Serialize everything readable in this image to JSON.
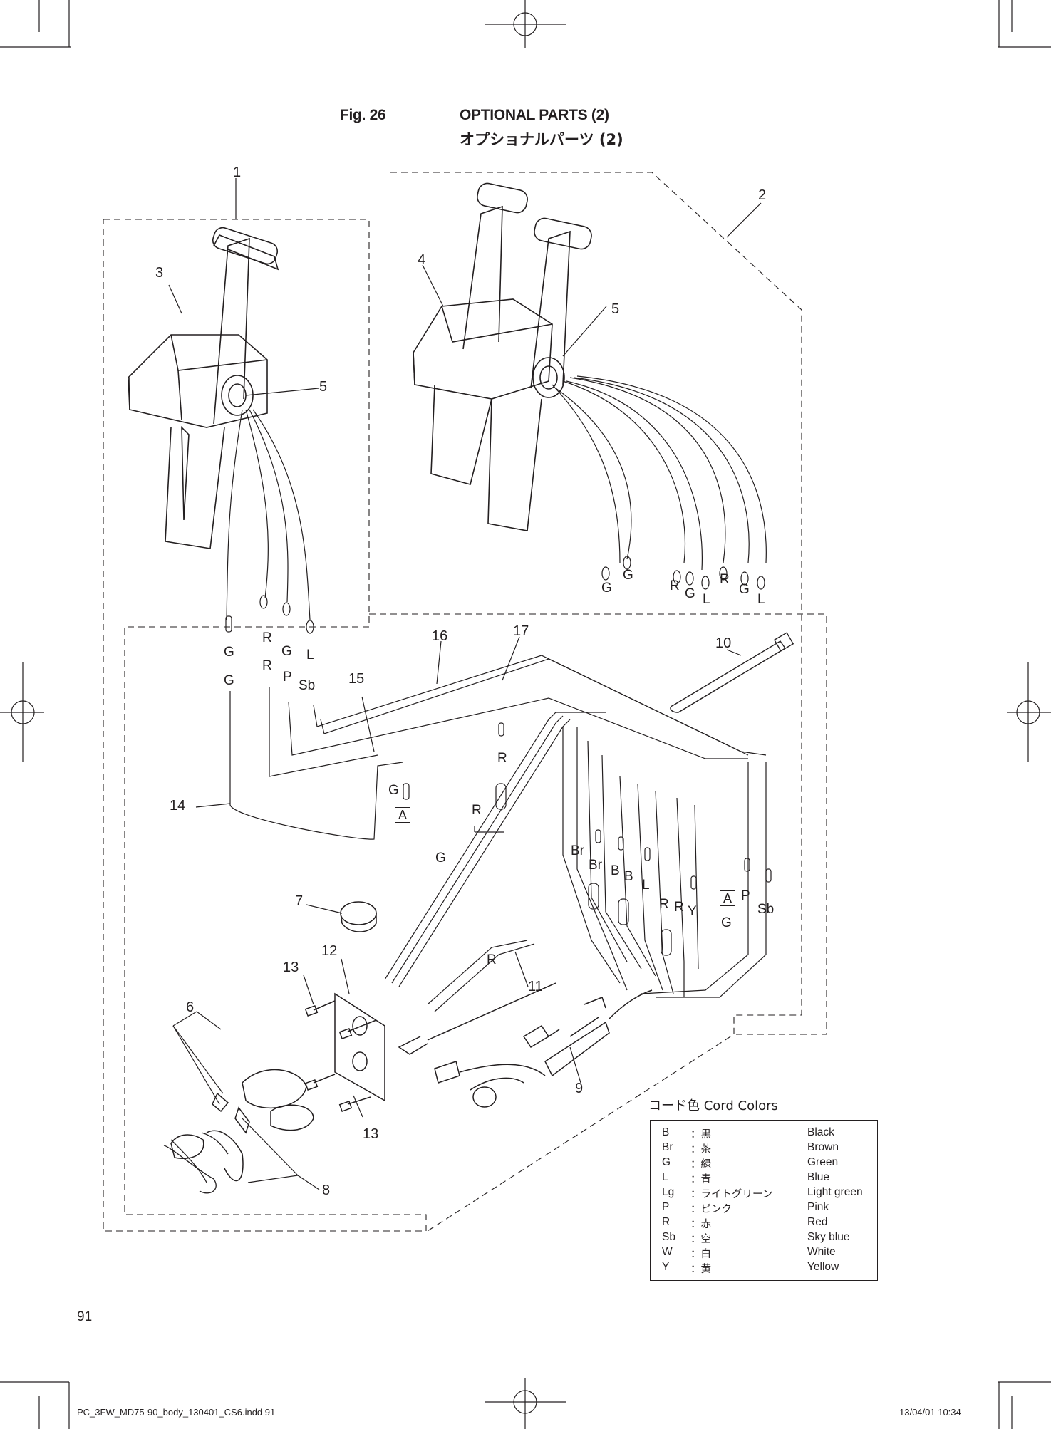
{
  "header": {
    "fig_number": "Fig. 26",
    "title": "OPTIONAL PARTS (2)",
    "title_jp": "オプショナルパーツ (2)"
  },
  "callouts": [
    "1",
    "2",
    "3",
    "4",
    "5",
    "5",
    "6",
    "7",
    "8",
    "9",
    "10",
    "11",
    "12",
    "13",
    "13",
    "14",
    "15",
    "16",
    "17"
  ],
  "wire_codes": {
    "single_control": [
      "G",
      "R",
      "G",
      "L"
    ],
    "single_harness": [
      "G",
      "R",
      "P",
      "Sb"
    ],
    "dual_left": [
      "G",
      "G"
    ],
    "dual_mid": [
      "R",
      "G",
      "L"
    ],
    "dual_right": [
      "R",
      "G",
      "L"
    ],
    "main_harness": [
      "G",
      "R",
      "R",
      "G",
      "Br",
      "Br",
      "B",
      "B",
      "L",
      "R",
      "R",
      "Y",
      "P",
      "Sb",
      "G",
      "R"
    ],
    "connector_a": "A"
  },
  "legend": {
    "title": "コード色 Cord Colors",
    "rows": [
      {
        "code": "B",
        "jp": "：黒",
        "en": "Black"
      },
      {
        "code": "Br",
        "jp": "：茶",
        "en": "Brown"
      },
      {
        "code": "G",
        "jp": "：緑",
        "en": "Green"
      },
      {
        "code": "L",
        "jp": "：青",
        "en": "Blue"
      },
      {
        "code": "Lg",
        "jp": "：ライトグリーン",
        "en": "Light green"
      },
      {
        "code": "P",
        "jp": "：ピンク",
        "en": "Pink"
      },
      {
        "code": "R",
        "jp": "：赤",
        "en": "Red"
      },
      {
        "code": "Sb",
        "jp": "：空",
        "en": "Sky blue"
      },
      {
        "code": "W",
        "jp": "：白",
        "en": "White"
      },
      {
        "code": "Y",
        "jp": "：黄",
        "en": "Yellow"
      }
    ]
  },
  "page_number": "91",
  "footer": {
    "file": "PC_3FW_MD75-90_body_130401_CS6.indd   91",
    "timestamp": "13/04/01   10:34"
  }
}
